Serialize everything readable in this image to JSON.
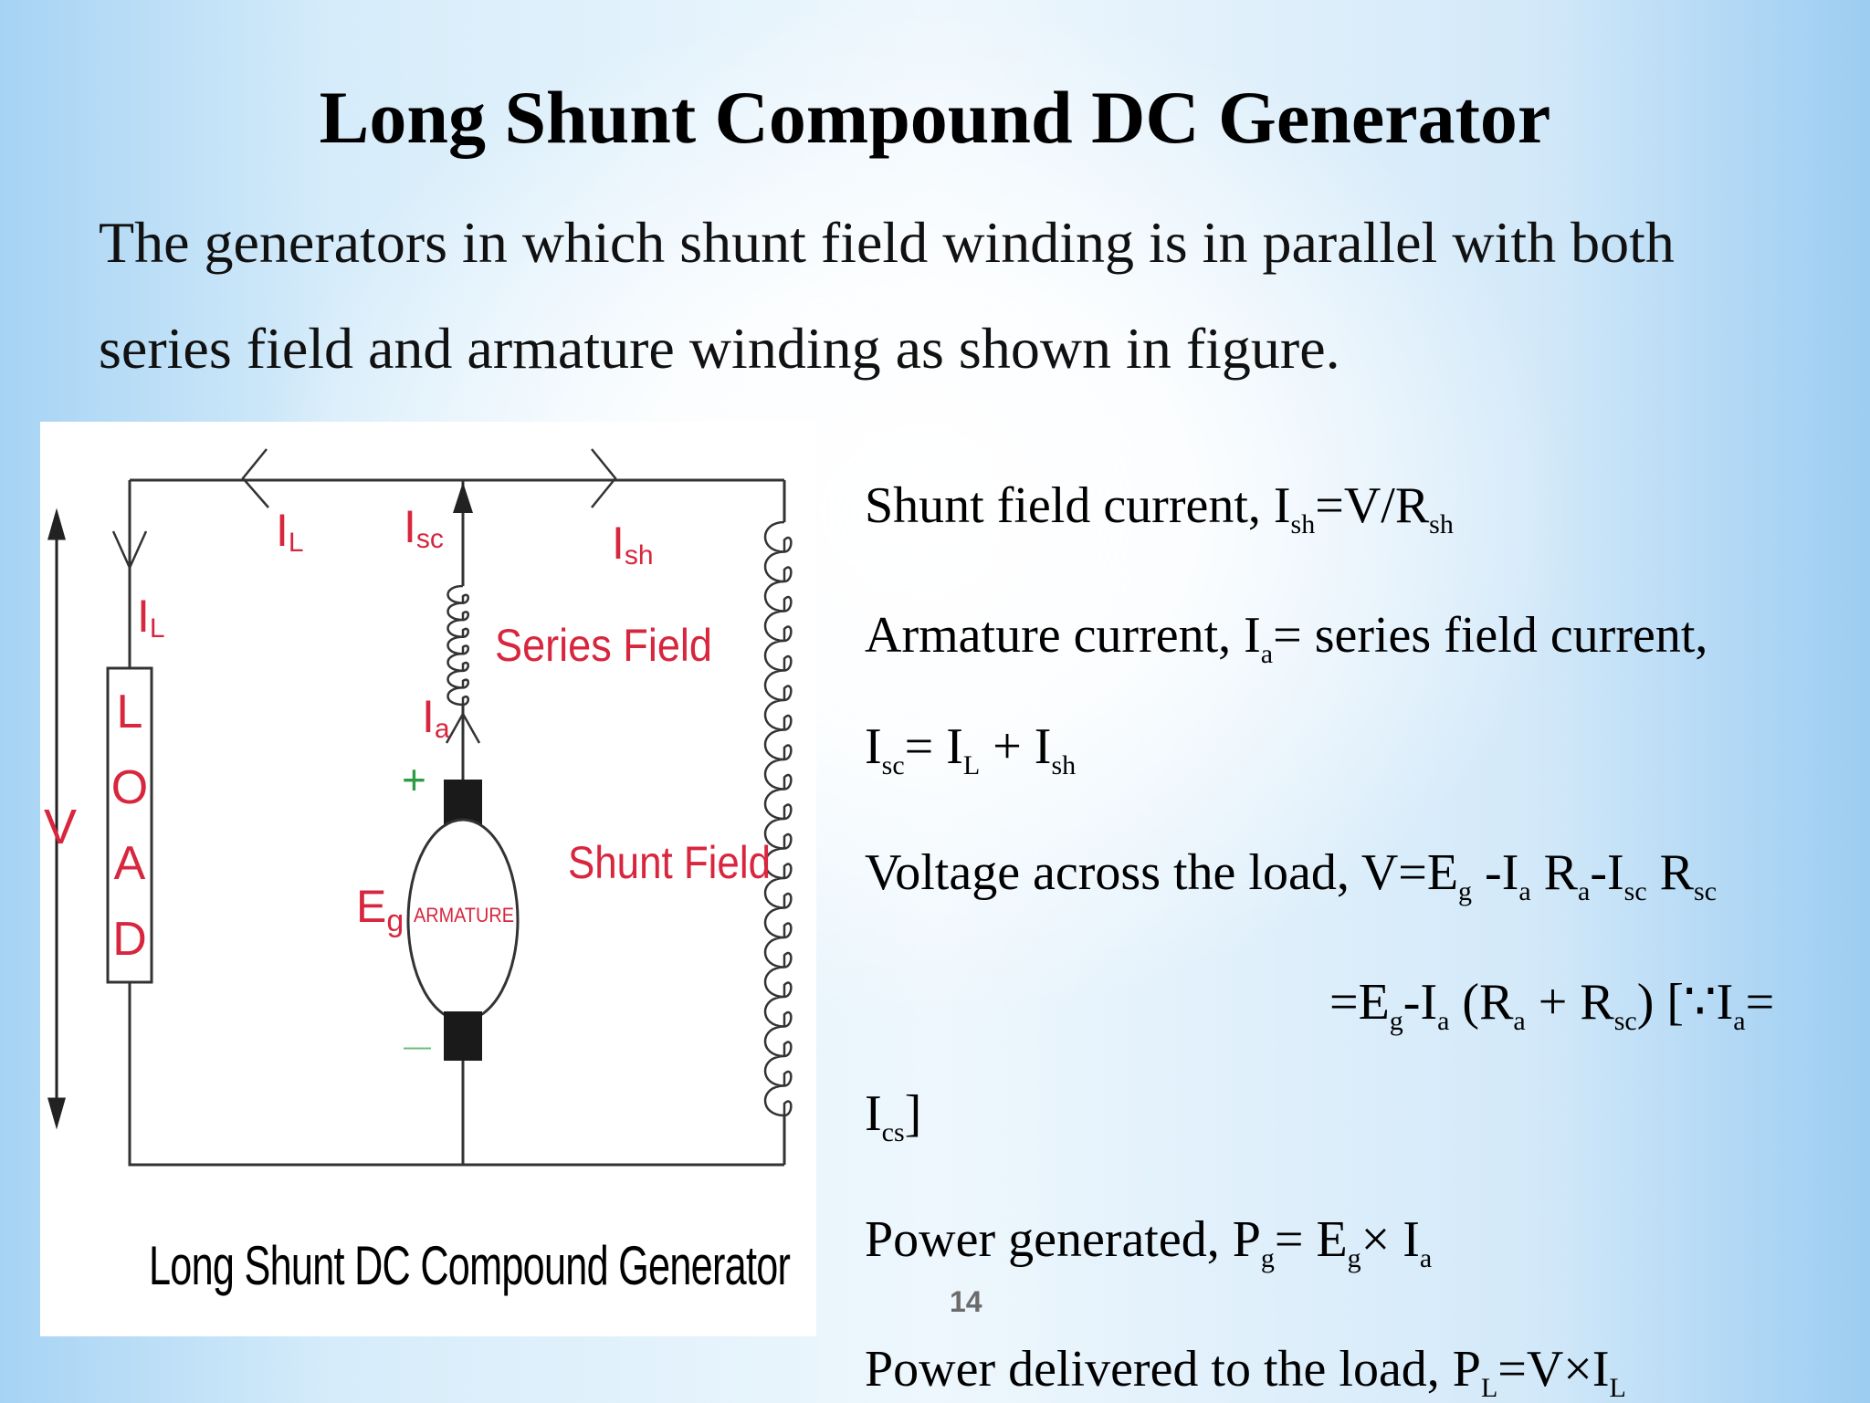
{
  "slide": {
    "title": "Long Shunt Compound DC Generator",
    "intro": "The generators in which shunt field winding is in parallel with both series field and armature winding as shown in figure.",
    "page_number": "14"
  },
  "figure": {
    "caption": "Long Shunt DC Compound Generator",
    "labels": {
      "il_top": "I",
      "il_top_sub": "L",
      "isc": "I",
      "isc_sub": "sc",
      "ish": "I",
      "ish_sub": "sh",
      "il_left": "I",
      "il_left_sub": "L",
      "series_field": "Series Field",
      "ia": "I",
      "ia_sub": "a",
      "plus": "+",
      "minus": "—",
      "shunt_field": "Shunt Field",
      "eg": "E",
      "eg_sub": "g",
      "armature": "ARMATURE",
      "v": "V",
      "load_letters": [
        "L",
        "O",
        "A",
        "D"
      ]
    }
  },
  "equations": {
    "shunt_current": {
      "prefix": "Shunt field current, I",
      "s1": "sh",
      "m1": "=V/R",
      "s2": "sh"
    },
    "armature_current": {
      "prefix": "Armature current, I",
      "s1": "a",
      "m1": "= series field current,"
    },
    "isc": {
      "p0": "I",
      "s0": "sc",
      "p1": "= I",
      "s1": "L",
      "p2": " + I",
      "s2": "sh"
    },
    "voltage": {
      "p0": "Voltage across the load, V=E",
      "s0": "g",
      "p1": " -I",
      "s1": "a",
      "p2": " R",
      "s2": "a",
      "p3": "-I",
      "s3": "sc",
      "p4": " R",
      "s4": "sc"
    },
    "voltage2": {
      "p0": "=E",
      "s0": "g",
      "p1": "-I",
      "s1": "a",
      "p2": " (R",
      "s2": "a",
      "p3": " + R",
      "s3": "sc",
      "p4": ") [∵I",
      "s4": "a",
      "p5": "="
    },
    "voltage3": {
      "p0": "I",
      "s0": "cs",
      "p1": "]"
    },
    "power_generated": {
      "p0": "Power generated, P",
      "s0": "g",
      "p1": "= E",
      "s1": "g",
      "p2": "× I",
      "s2": "a"
    },
    "power_delivered": {
      "p0": "Power delivered to the load, P",
      "s0": "L",
      "p1": "=V×I",
      "s1": "L"
    }
  },
  "colors": {
    "label_red": "#d7263d",
    "plus_green": "#2e9b45",
    "minus_green": "#6bbf7a",
    "wire": "#333333"
  }
}
